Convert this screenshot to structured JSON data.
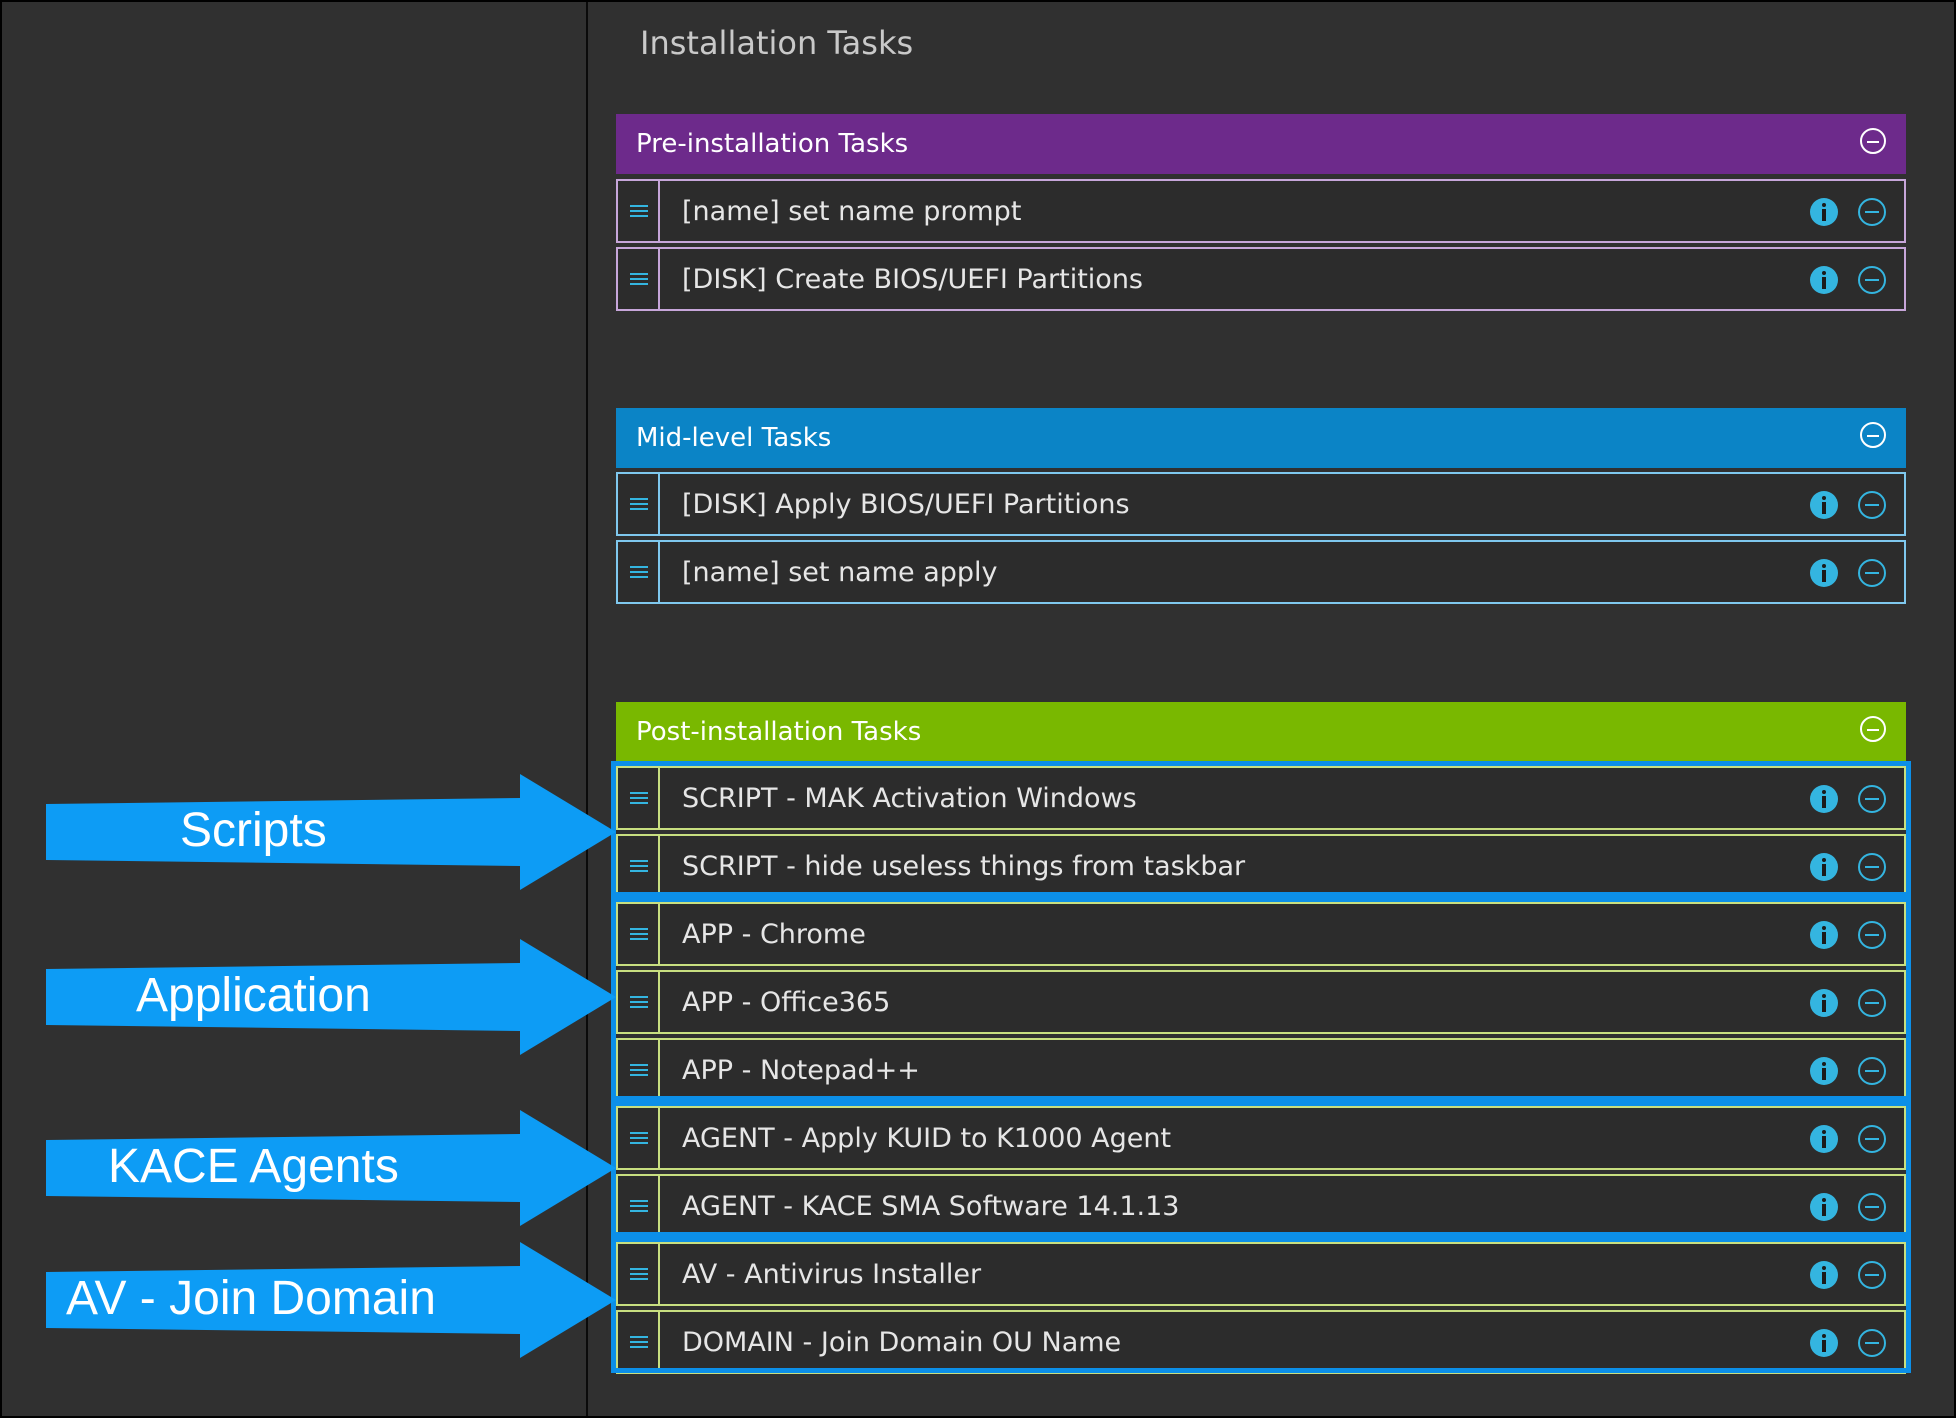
{
  "page_title": "Installation Tasks",
  "colors": {
    "pre_installation": "#6d2a8b",
    "mid_level": "#0b84c6",
    "post_installation": "#79b800",
    "pre_row_border": "#c7a6da",
    "mid_row_border": "#7fc8ee",
    "post_row_border": "#c8df80",
    "accent": "#34b5e0",
    "annotation": "#0d9cf5"
  },
  "sections": [
    {
      "title": "Pre-installation Tasks",
      "tasks": [
        "[name] set name prompt",
        "[DISK] Create BIOS/UEFI Partitions"
      ]
    },
    {
      "title": "Mid-level Tasks",
      "tasks": [
        "[DISK] Apply BIOS/UEFI Partitions",
        "[name] set name apply"
      ]
    },
    {
      "title": "Post-installation Tasks",
      "tasks": [
        "SCRIPT - MAK Activation Windows",
        "SCRIPT - hide useless things from taskbar",
        "APP - Chrome",
        "APP - Office365",
        "APP - Notepad++",
        "AGENT - Apply KUID to K1000 Agent",
        "AGENT - KACE SMA Software 14.1.13",
        "AV - Antivirus Installer",
        "DOMAIN - Join Domain OU Name"
      ]
    }
  ],
  "annotations": [
    "Scripts",
    "Application",
    "KACE Agents",
    "AV - Join Domain"
  ]
}
